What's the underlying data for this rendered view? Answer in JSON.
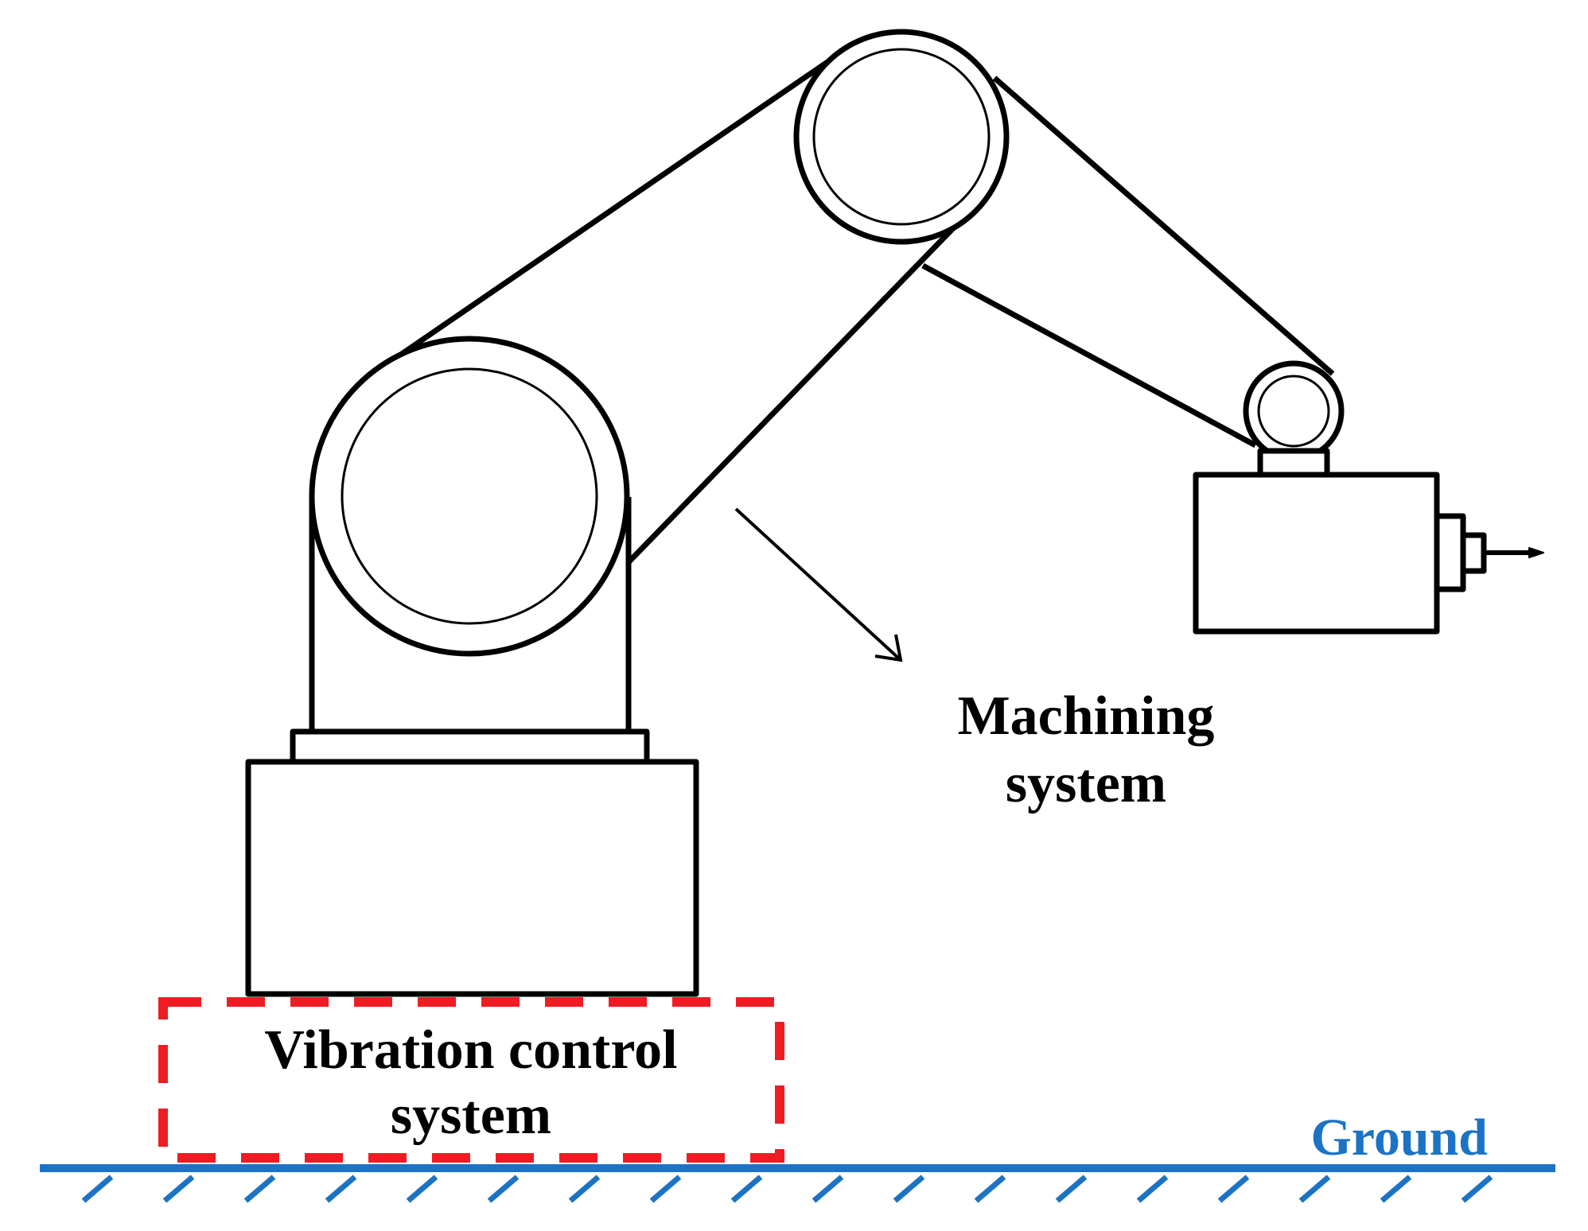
{
  "labels": {
    "machining_line1": "Machining",
    "machining_line2": "system",
    "vibration_line1": "Vibration control",
    "vibration_line2": "system",
    "ground": "Ground"
  },
  "colors": {
    "outline": "#000000",
    "ground": "#1c73c4",
    "vibration_box": "#ef1c23",
    "background": "#ffffff"
  }
}
